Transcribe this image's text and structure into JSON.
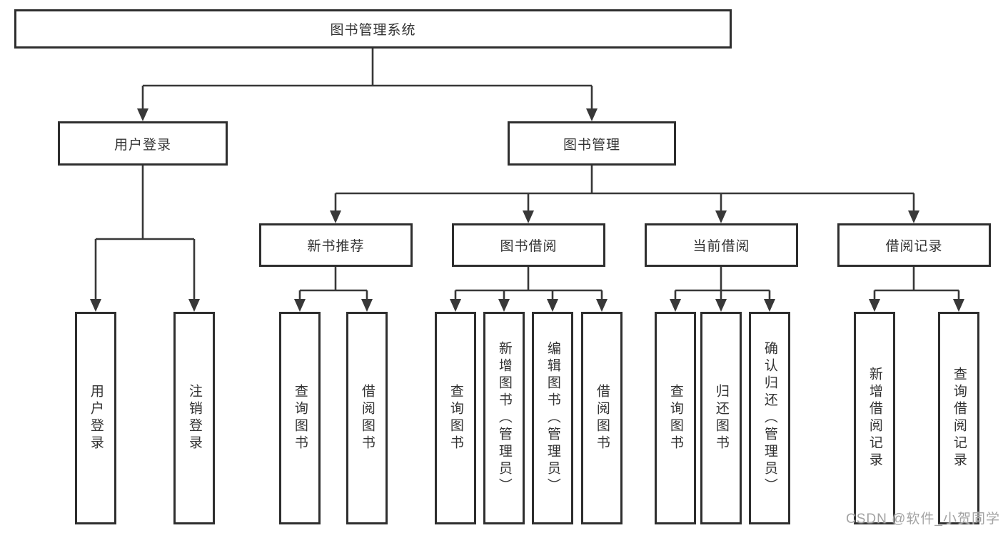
{
  "diagram": {
    "root": {
      "label": "图书管理系统"
    },
    "level2": [
      {
        "label": "用户登录",
        "children": [
          {
            "label": "用户登录"
          },
          {
            "label": "注销登录"
          }
        ]
      },
      {
        "label": "图书管理",
        "children": [
          {
            "label": "新书推荐",
            "children": [
              {
                "label": "查询图书"
              },
              {
                "label": "借阅图书"
              }
            ]
          },
          {
            "label": "图书借阅",
            "children": [
              {
                "label": "查询图书"
              },
              {
                "label": "新增图书（管理员）"
              },
              {
                "label": "编辑图书（管理员）"
              },
              {
                "label": "借阅图书"
              }
            ]
          },
          {
            "label": "当前借阅",
            "children": [
              {
                "label": "查询图书"
              },
              {
                "label": "归还图书"
              },
              {
                "label": "确认归还（管理员）"
              }
            ]
          },
          {
            "label": "借阅记录",
            "children": [
              {
                "label": "新增借阅记录"
              },
              {
                "label": "查询借阅记录"
              }
            ]
          }
        ]
      }
    ]
  },
  "watermark": {
    "text": "CSDN @软件_小贺同学"
  },
  "colors": {
    "line": "#383838",
    "border": "#2e2e2e",
    "text": "#333333",
    "bg": "#ffffff",
    "watermark": "#a3a3a3"
  }
}
